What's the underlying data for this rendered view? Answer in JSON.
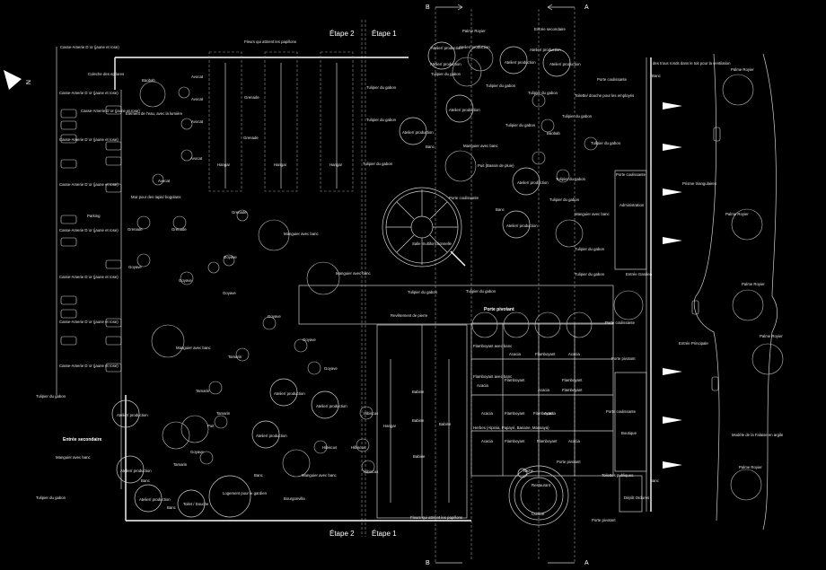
{
  "north": {
    "label": "N"
  },
  "stages": {
    "stage2_top": "Étape 2",
    "stage1_top": "Étape 1",
    "stage2_bottom": "Étape 2",
    "stage1_bottom": "Étape 1"
  },
  "sections": {
    "b_top": "B",
    "a_top": "A",
    "b_bottom": "B",
    "a_bottom": "A"
  },
  "labels": {
    "entree_secondaire_top": "Entrée secondaire",
    "palmier_top": "Palme Royier",
    "fleurs_top": "Fleurs qui attirent les papillons",
    "fleurs_bottom": "Fleurs qui attirent les papillons",
    "trous_ventilation": "des trous ronds dans le toit pour la ventilation",
    "palmier_right_1": "Palme Royier",
    "palmier_right_2": "Palme Royier",
    "palmier_right_3": "Palme Royier",
    "palmier_right_4": "Palme Royier",
    "palmier_right_5": "Palme Royier",
    "prisme": "Prisme triangulaires",
    "entree_principale": "Entrée Principale",
    "modele_falaise": "Modèle de la Falaise en argile",
    "casse_1": "Casse-Amerie D`or (jaune et rose)",
    "coleche": "Coleche des epilures",
    "casse_2": "Casse-Amerie D`or (jaune et rose)",
    "casse_3": "Casse-Amerie D`or (jaune et rose)",
    "casse_4": "Casse-Amerie D`or (jaune et rose)",
    "parking": "Parking",
    "casse_5": "Casse-Amerie D`or (jaune et rose)",
    "casse_6": "Casse-Amerie D`or (jaune et rose)",
    "casse_7": "Casse-Amerie D`or (jaune et rose)",
    "casse_8": "Casse-Amerie D`or (jaune et rose)",
    "casse_9": "Casse-Amerie D`or (jaune et rose)",
    "baobab_1": "Baobab",
    "element_eau": "Élément de l'eau, avec la lumière",
    "mur_bogolans": "Mur pour des tapis/ bogolans",
    "avocat_1": "Avocat",
    "avocat_2": "Avocat",
    "avocat_3": "Avocat",
    "avocat_4": "Avocat",
    "avocat_5": "Avocat",
    "grenade_1": "Grenade",
    "grenade_2": "Grenade",
    "grenade_3": "Grenade",
    "grenade_4": "Grenade",
    "grenade_5": "Grenade",
    "hangar_1": "Hangar",
    "hangar_2": "Hangar",
    "hangar_3": "Hangar",
    "hangar_4": "Hangar",
    "goyave_1": "Goyave",
    "goyave_2": "Goyave",
    "goyave_3": "Goyave",
    "goyave_4": "Goyave",
    "goyave_5": "Goyave",
    "goyave_6": "Goyave",
    "goyave_7": "Goyave",
    "goyave_8": "Goyave",
    "manguier_1": "Manguier avec banc",
    "manguier_2": "Manguier avec banc",
    "manguier_3": "Manguier avec banc",
    "manguier_4": "Manguier avec banc",
    "manguier_5": "Manguier avec banc",
    "manguier_6": "Manguier avec banc",
    "manguier_7": "Manguier avec banc",
    "tamarin_1": "Tamarin",
    "tamarin_2": "Tamarin",
    "tamarin_3": "Tamarin",
    "tamarin_4": "Tamarin",
    "tulipier_1": "Tulipier du gabon",
    "tulipier_2": "Tulipier du gabon",
    "tulipier_3": "Tulipier du gabon",
    "tulipier_4": "Tulipier du gabon",
    "tulipier_5": "Tulipier du gabon",
    "tulipier_6": "Tulipier du gabon",
    "tulipier_7": "Tulipier du gabon",
    "tulipier_8": "Tulipier du gabon",
    "tulipier_9": "Tulipier du gabon",
    "tulipier_10": "Tulipier du gabon",
    "tulipier_11": "Tulipier du gabon",
    "tulipier_12": "Tulipier du gabon",
    "tulipier_13": "Tulipier du gabon",
    "tulipier_14": "Tulipier du gabon",
    "tulipier_15": "Tulipier du gabon",
    "atelier_1": "Atelier/ production",
    "atelier_2": "Atelier/ production",
    "atelier_3": "Atelier/ production",
    "atelier_4": "Atelier/ production",
    "atelier_5": "Atelier/ production",
    "atelier_6": "Atelier/ production",
    "atelier_7": "Atelier/ production",
    "atelier_8": "Atelier/ production",
    "atelier_9": "Atelier/ production",
    "atelier_10": "Atelier/ production",
    "atelier_11": "Atelier/ production",
    "atelier_12": "Atelier/ production",
    "atelier_13": "Atelier/ production",
    "atelier_14": "Atelier/ production",
    "atelier_15": "Atelier/ production",
    "atelier_16": "Atelier/ production",
    "banc_1": "Banc",
    "banc_2": "Banc",
    "banc_3": "Banc",
    "banc_4": "Banc",
    "banc_5": "Banc",
    "banc_6": "Banc",
    "banc_7": "Banc",
    "toilette_employes": "Toilette/ douche pour les employés",
    "baobab_2": "Baobab",
    "puit_1": "Puit (Bassin de pluie)",
    "puit_2": "Puit",
    "porte_coulissante_1": "Porte coulissante",
    "porte_coulissante_2": "Porte coulissante",
    "porte_coulissante_3": "Porte coulissante",
    "porte_coulissante_4": "Porte coulissante",
    "porte_coulissante_5": "Porte coulissante",
    "salle_multi": "Salle multifonctionnelle",
    "administration": "Administration",
    "entree_gardien": "Entrée Gardien",
    "revetement": "Revêtement de pierre",
    "porte_pivotant_1": "Porte pivotant",
    "porte_pivotant_2": "Porte pivotant",
    "porte_pivotant_3": "Porte pivotant",
    "porte_pivotant_4": "Porte pivotant",
    "flamboyant_banc_1": "Flamboyant avec banc",
    "flamboyant_banc_2": "Flamboyant avec banc",
    "acacia_1": "Acacia",
    "acacia_2": "Acacia",
    "acacia_3": "Acacia",
    "acacia_4": "Acacia",
    "acacia_5": "Acacia",
    "acacia_6": "Acacia",
    "acacia_7": "Acacia",
    "acacia_8": "Acacia",
    "flamboyant_1": "Flamboyant",
    "flamboyant_2": "Flamboyant",
    "flamboyant_3": "Flamboyant",
    "flamboyant_4": "Flamboyant",
    "flamboyant_5": "Flamboyant",
    "flamboyant_6": "Flamboyant",
    "flamboyant_7": "Flamboyant",
    "flamboyant_8": "Flamboyant",
    "herbes": "Herbes (Alpinia, Papayé, Banane, Massaya)",
    "boutique": "Boutique",
    "toilettes_publiques": "Toilettes publiques",
    "depot": "Dépôt Ordures",
    "niche": "Niche",
    "restaurant": "Restaurant",
    "cuisine": "Cuisine",
    "babine_1": "Babine",
    "babine_2": "Babine",
    "babine_3": "Babine",
    "babine_4": "Babine",
    "hibiscus_1": "Hibiscus",
    "hibiscus_2": "Hibiscus",
    "hibiscus_3": "Hibiscus",
    "hibiscus_4": "Hibiscus",
    "bourgonvilla": "Bourgonvilla",
    "logement": "Logement pour le gardien",
    "toilet_douche": "Toilet / Douche",
    "entree_secondaire_left": "Entrée secondaire",
    "tulipier_left_1": "Tulipier du gabon",
    "tulipier_left_2": "Tulipier du gabon"
  }
}
